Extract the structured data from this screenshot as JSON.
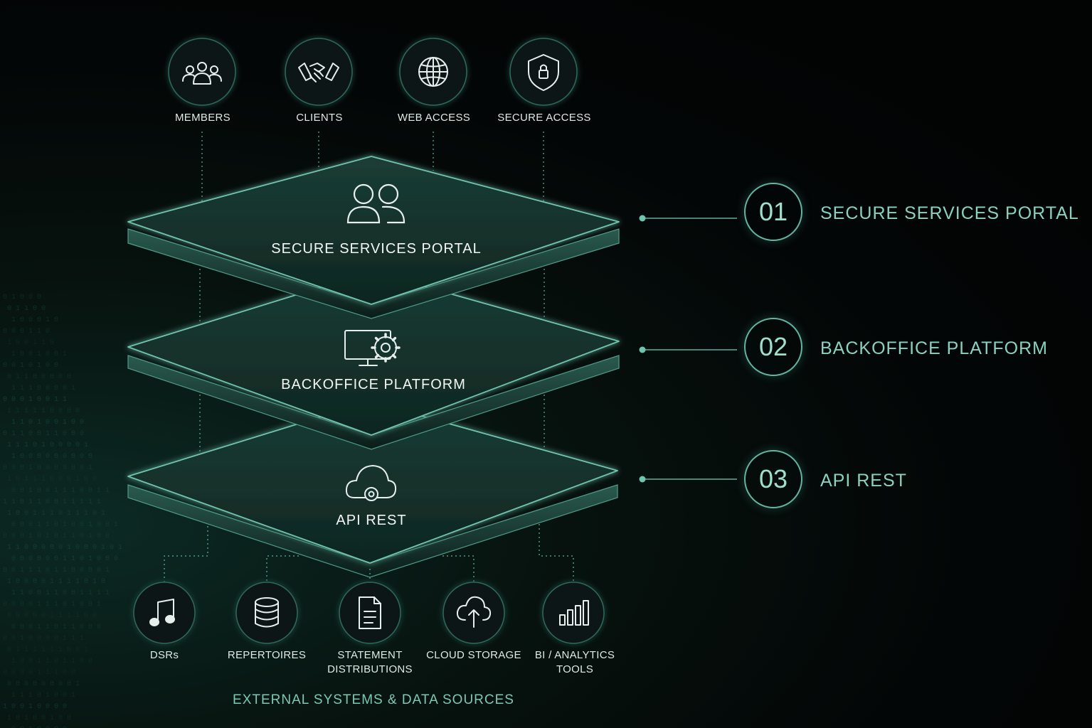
{
  "top_sources": [
    {
      "label": "MEMBERS",
      "icon": "users-icon"
    },
    {
      "label": "CLIENTS",
      "icon": "handshake-icon"
    },
    {
      "label": "WEB ACCESS",
      "icon": "globe-icon"
    },
    {
      "label": "SECURE ACCESS",
      "icon": "shield-lock-icon"
    }
  ],
  "layers": [
    {
      "title": "SECURE SERVICES PORTAL",
      "icon": "users-icon"
    },
    {
      "title": "BACKOFFICE PLATFORM",
      "icon": "monitor-gear-icon"
    },
    {
      "title": "API REST",
      "icon": "cloud-gear-icon"
    }
  ],
  "legend": [
    {
      "number": "01",
      "label": "SECURE SERVICES PORTAL"
    },
    {
      "number": "02",
      "label": "BACKOFFICE PLATFORM"
    },
    {
      "number": "03",
      "label": "API REST"
    }
  ],
  "bottom_sources": [
    {
      "label": "DSRs",
      "icon": "music-note-icon"
    },
    {
      "label": "REPERTOIRES",
      "icon": "database-icon"
    },
    {
      "label": "STATEMENT DISTRIBUTIONS",
      "icon": "document-icon"
    },
    {
      "label": "CLOUD STORAGE",
      "icon": "cloud-upload-icon"
    },
    {
      "label": "BI / ANALYTICS TOOLS",
      "icon": "bar-chart-icon"
    }
  ],
  "footer": "EXTERNAL SYSTEMS & DATA SOURCES",
  "colors": {
    "accent": "#63b5a0",
    "accent_text": "#8ad2bd",
    "background": "#030606",
    "layer_fill": "#12302a"
  }
}
